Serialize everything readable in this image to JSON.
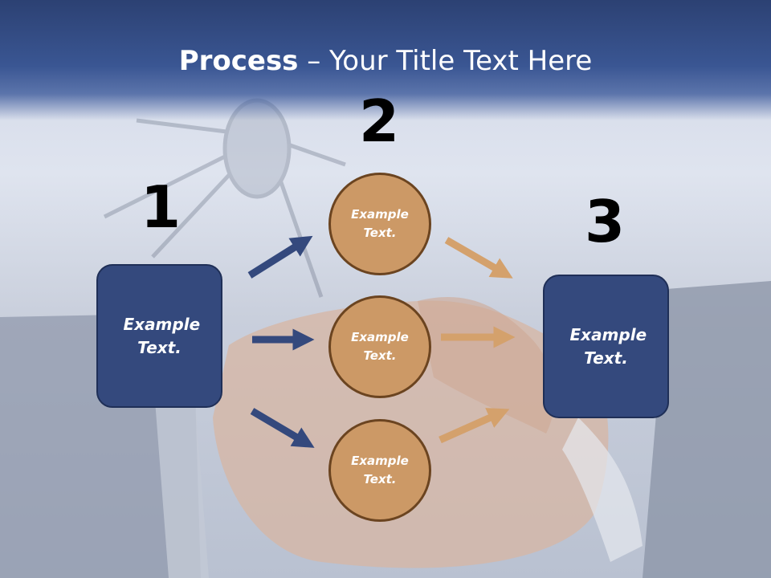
{
  "slide": {
    "title_bold": "Process",
    "title_rest": " – Your Title Text Here",
    "steps": {
      "one": "1",
      "two": "2",
      "three": "3"
    },
    "left_box": "Example Text.",
    "right_box": "Example Text.",
    "circles": [
      "Example Text.",
      "Example Text.",
      "Example Text."
    ]
  },
  "colors": {
    "title_bar": "#34497d",
    "box_fill": "#34497d",
    "circle_fill": "#cc9966",
    "blue_arrow": "#34497d",
    "tan_arrow": "#d4a16c"
  }
}
